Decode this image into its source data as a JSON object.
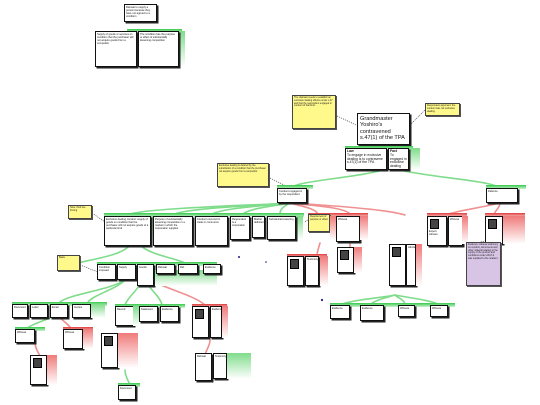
{
  "root": {
    "title": "Grandmaster Yoshiro's contravened s.47(1) of the TPA",
    "claimant": {
      "label": "Law",
      "text": "To engage in exclusive dealing is to contravene s.47(1) of the TPA"
    },
    "respondent": {
      "label": "Fact",
      "text": "To engaged in exclusive dealing"
    }
  },
  "notes": {
    "n1": "The claimant needs to establish an exclusive dealing offence under s.47 and that the respondent engaged in conduct of that kind.",
    "n2": "Respondent argument: the conduct was not exclusive dealing.",
    "n3": "Exclusive dealing is defined by the substitution of a condition that the purchaser not acquire goods from a competitor.",
    "n4": "Note: third line forcing",
    "n5": "Requirement of purpose or effect",
    "n6": "Evidence: witness testimony on conduct, documents and other material relating to the supply of the product and conditions under which it was supplied to the retailers."
  },
  "nodes": {
    "top_small": "Refusal to supply a person because they have not agreed to a condition",
    "top_a": "Supply of goods or services on condition that the purchaser will not acquire goods from a competitor",
    "top_b": "The condition has the purpose or effect of substantially lessening competition",
    "l1_left": "Conduct engaged in by the respondent",
    "l1_right": "Defence",
    "b1": "Exclusive dealing conduct: supply of goods on condition that the purchaser will not acquire goods of a particular kind",
    "b2": "Purpose of substantially lessening competition in a market in which the corporation supplies",
    "b3": "Conduct occurred in trade or commerce",
    "b4": "Respondent is a corporation",
    "b5": "Market definition",
    "b6": "Substantial lessening",
    "w1": "Witness",
    "w2": "Witness",
    "w3": "Expert witness",
    "w4": "Witness",
    "c1": "Condition imposed",
    "c2": "Supply",
    "c3": "Goods",
    "c4": "Refusal",
    "d1": "Document",
    "d2": "Letter",
    "d3": "Email",
    "d4": "Invoice",
    "e1": "Testimony",
    "e2": "Admission",
    "e3": "Record",
    "e4": "Statement",
    "f1": "Evidence",
    "f2": "Evidence",
    "f3": "Evidence",
    "f4": "Evidence",
    "f5": "Evidence",
    "g1": "Witness",
    "g2": "Witness",
    "label_a": "Basis",
    "label_b": "Ref."
  },
  "colors": {
    "support": "#3ccf4e",
    "oppose": "#e04646",
    "note": "#fff88a",
    "purple": "#d8c5e6"
  }
}
